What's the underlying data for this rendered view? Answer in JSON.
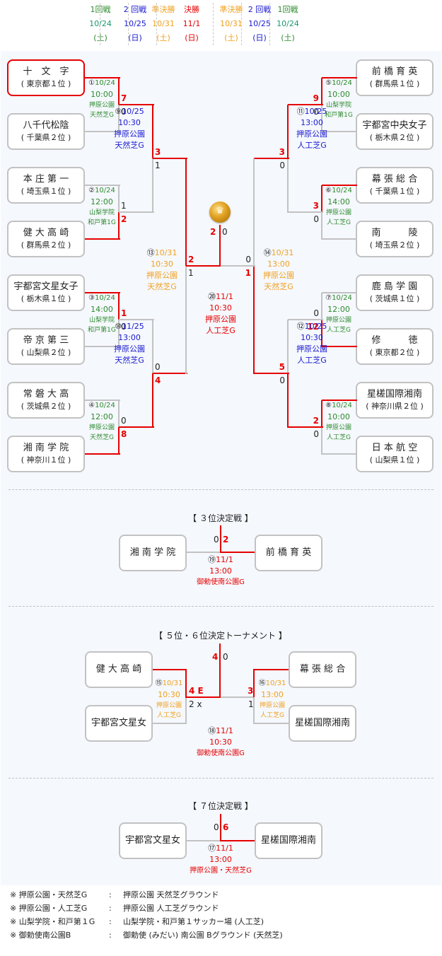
{
  "header": {
    "columns": [
      {
        "round": "1回戦",
        "date": "10/24",
        "day": "(土)",
        "color": "green"
      },
      {
        "round": "2 回戦",
        "date": "10/25",
        "day": "(日)",
        "color": "blue"
      },
      {
        "round": "準決勝",
        "date": "10/31",
        "day": "(土)",
        "color": "orange"
      },
      {
        "round": "決勝",
        "date": "11/1",
        "day": "(日)",
        "color": "red"
      },
      {
        "round": "準決勝",
        "date": "10/31",
        "day": "(土)",
        "color": "orange"
      },
      {
        "round": "2 回戦",
        "date": "10/25",
        "day": "(日)",
        "color": "blue"
      },
      {
        "round": "1回戦",
        "date": "10/24",
        "day": "(土)",
        "color": "green"
      }
    ]
  },
  "colors": {
    "winner_line": "#e60000",
    "loser_line": "#c2c2c2",
    "round1": "#2e8b2e",
    "round2": "#1a1ad0",
    "semi": "#f0a020",
    "final": "#e60000",
    "panel_bg": "#f5f8fd"
  },
  "left_teams": [
    {
      "name": "十　文　字",
      "pref": "( 東京都１位 )"
    },
    {
      "name": "八千代松陰",
      "pref": "( 千葉県２位 )"
    },
    {
      "name": "本 庄 第 一",
      "pref": "( 埼玉県１位 )"
    },
    {
      "name": "健 大 高 崎",
      "pref": "( 群馬県２位 )"
    },
    {
      "name": "宇都宮文星女子",
      "pref": "( 栃木県１位 )"
    },
    {
      "name": "帝 京 第 三",
      "pref": "( 山梨県２位 )"
    },
    {
      "name": "常 磐 大 高",
      "pref": "( 茨城県２位 )"
    },
    {
      "name": "湘 南 学 院",
      "pref": "( 神奈川１位 )"
    }
  ],
  "right_teams": [
    {
      "name": "前 橋 育 英",
      "pref": "( 群馬県１位 )"
    },
    {
      "name": "宇都宮中央女子",
      "pref": "( 栃木県２位 )"
    },
    {
      "name": "幕 張 総 合",
      "pref": "( 千葉県１位 )"
    },
    {
      "name": "南　　　陵",
      "pref": "( 埼玉県２位 )"
    },
    {
      "name": "鹿 島 学 園",
      "pref": "( 茨城県１位 )"
    },
    {
      "name": "修　　　徳",
      "pref": "( 東京都２位 )"
    },
    {
      "name": "星槎国際湘南",
      "pref": "( 神奈川県２位 )"
    },
    {
      "name": "日 本 航 空",
      "pref": "( 山梨県１位 )"
    }
  ],
  "matches": {
    "m1": {
      "no": "①",
      "date": "10/24",
      "time": "10:00",
      "venue1": "押原公園",
      "venue2": "天然芝G",
      "score_top": "7",
      "score_bottom": "0"
    },
    "m2": {
      "no": "②",
      "date": "10/24",
      "time": "12:00",
      "venue1": "山梨学院",
      "venue2": "和戸第1G",
      "score_top": "1",
      "score_bottom": "2"
    },
    "m3": {
      "no": "③",
      "date": "10/24",
      "time": "14:00",
      "venue1": "山梨学院",
      "venue2": "和戸第1G",
      "score_top": "1",
      "score_bottom": "0"
    },
    "m4": {
      "no": "④",
      "date": "10/24",
      "time": "12:00",
      "venue1": "押原公園",
      "venue2": "天然芝G",
      "score_top": "0",
      "score_bottom": "8"
    },
    "m5": {
      "no": "⑤",
      "date": "10/24",
      "time": "10:00",
      "venue1": "山梨学院",
      "venue2": "和戸第1G",
      "score_top": "9",
      "score_bottom": "0"
    },
    "m6": {
      "no": "⑥",
      "date": "10/24",
      "time": "14:00",
      "venue1": "押原公園",
      "venue2": "人工芝G",
      "score_top": "3",
      "score_bottom": "0"
    },
    "m7": {
      "no": "⑦",
      "date": "10/24",
      "time": "12:00",
      "venue1": "押原公園",
      "venue2": "人工芝G",
      "score_top": "0",
      "score_bottom": "12"
    },
    "m8": {
      "no": "⑧",
      "date": "10/24",
      "time": "10:00",
      "venue1": "押原公園",
      "venue2": "人工芝G",
      "score_top": "2",
      "score_bottom": "0"
    },
    "m9": {
      "no": "⑨",
      "date": "10/25",
      "time": "10:30",
      "venue1": "押原公園",
      "venue2": "天然芝G",
      "score_top": "3",
      "score_bottom": "1"
    },
    "m10": {
      "no": "⑩",
      "date": "11/25",
      "time": "13:00",
      "venue1": "押原公園",
      "venue2": "天然芝G",
      "score_top": "0",
      "score_bottom": "4"
    },
    "m11": {
      "no": "⑪",
      "date": "10/25",
      "time": "13:00",
      "venue1": "押原公園",
      "venue2": "人工芝G",
      "score_top": "3",
      "score_bottom": "0"
    },
    "m12": {
      "no": "⑫",
      "date": "10/25",
      "time": "10:30",
      "venue1": "押原公園",
      "venue2": "人工芝G",
      "score_top": "5",
      "score_bottom": "0"
    },
    "m13": {
      "no": "⑬",
      "date": "10/31",
      "time": "10:30",
      "venue1": "押原公園",
      "venue2": "天然芝G",
      "score_top": "2",
      "score_bottom": "1"
    },
    "m14": {
      "no": "⑭",
      "date": "10/31",
      "time": "13:00",
      "venue1": "押原公園",
      "venue2": "天然芝G",
      "score_top": "0",
      "score_bottom": "1"
    },
    "final": {
      "no": "⑳",
      "date": "11/1",
      "time": "10:30",
      "venue1": "押原公園",
      "venue2": "人工芝G",
      "score_left": "2",
      "score_right": "0"
    }
  },
  "third_place": {
    "title": "【 ３位決定戦 】",
    "left": "湘 南 学 院",
    "right": "前 橋 育 英",
    "score_left": "0",
    "score_right": "2",
    "no": "⑲",
    "date": "11/1",
    "time": "13:00",
    "venue": "御勅使南公園G"
  },
  "fifth_sixth": {
    "title": "【 ５位・６位決定トーナメント 】",
    "left_top": "健 大 高 崎",
    "left_bottom": "宇都宮文星女",
    "right_top": "幕 張 総 合",
    "right_bottom": "星槎国際湘南",
    "m15": {
      "no": "⑮",
      "date": "10/31",
      "time": "10:30",
      "venue1": "押原公園",
      "venue2": "人工芝G",
      "score_top": "4 E",
      "score_bottom": "2 x"
    },
    "m16": {
      "no": "⑯",
      "date": "10/31",
      "time": "13:00",
      "venue1": "押原公園",
      "venue2": "人工芝G",
      "score_top": "3",
      "score_bottom": "1"
    },
    "m18": {
      "no": "⑱",
      "date": "11/1",
      "time": "10:30",
      "venue": "御勅使南公園G",
      "score_left": "4",
      "score_right": "0"
    }
  },
  "seventh": {
    "title": "【 ７位決定戦 】",
    "left": "宇都宮文星女",
    "right": "星槎国際湘南",
    "score_left": "0",
    "score_right": "6",
    "no": "⑰",
    "date": "11/1",
    "time": "13:00",
    "venue": "押原公園・天然芝G"
  },
  "notes": [
    {
      "key": "※ 押原公園・天然芝G",
      "sep": ":",
      "value": "押原公園 天然芝グラウンド"
    },
    {
      "key": "※ 押原公園・人工芝G",
      "sep": ":",
      "value": "押原公園 人工芝グラウンド"
    },
    {
      "key": "※ 山梨学院・和戸第１G",
      "sep": ":",
      "value": "山梨学院・和戸第１サッカー場 (人工芝)"
    },
    {
      "key": "※ 御勅使南公園B",
      "sep": ":",
      "value": "御勅使 (みだい) 南公園 Bグラウンド (天然芝)"
    }
  ],
  "icons": {
    "trophy": "crown-medal-icon"
  }
}
